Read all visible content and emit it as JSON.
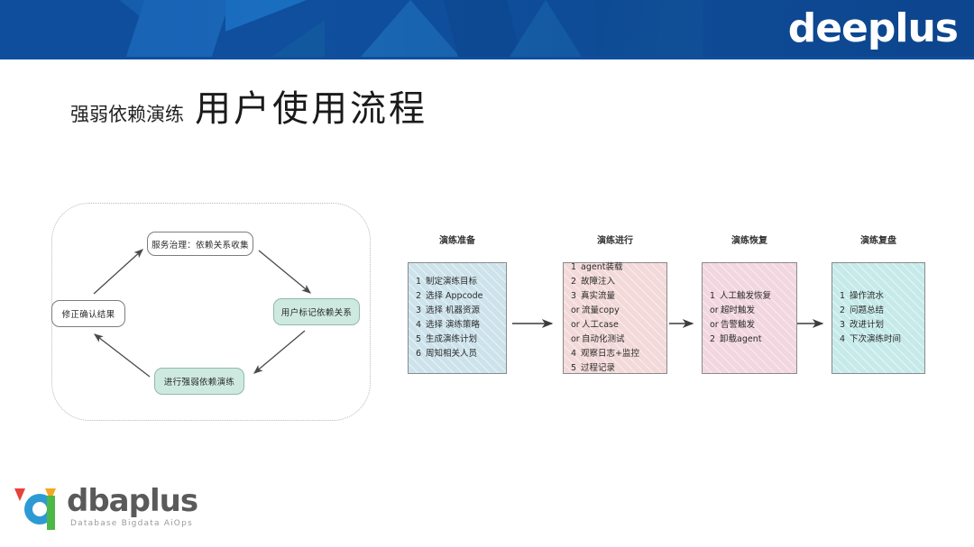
{
  "header": {
    "brand_logo": "deeplus",
    "bg_color": "#0f4f9e"
  },
  "title": {
    "prefix": "强弱依赖演练",
    "main": "用户使用流程"
  },
  "cycle_diagram": {
    "nodes": [
      {
        "id": "collect",
        "label": "服务治理：依赖关系收集",
        "filled": false
      },
      {
        "id": "mark",
        "label": "用户标记依赖关系",
        "filled": true
      },
      {
        "id": "drill",
        "label": "进行强弱依赖演练",
        "filled": true
      },
      {
        "id": "fix",
        "label": "修正确认结果",
        "filled": false
      }
    ],
    "fill_color": "#ceeae0",
    "border_color": "#7d7d7d"
  },
  "flow_diagram": {
    "stages": [
      {
        "title": "演练准备",
        "color": "#cde3ec",
        "items": [
          {
            "num": "1",
            "text": "制定演练目标"
          },
          {
            "num": "2",
            "text": "选择  Appcode"
          },
          {
            "num": "3",
            "text": "选择  机器资源"
          },
          {
            "num": "4",
            "text": "选择  演练策略"
          },
          {
            "num": "5",
            "text": "生成演练计划"
          },
          {
            "num": "6",
            "text": "周知相关人员"
          }
        ]
      },
      {
        "title": "演练进行",
        "color": "#f3d9d9",
        "items": [
          {
            "num": "1",
            "text": "agent装载"
          },
          {
            "num": "2",
            "text": "故障注入"
          },
          {
            "num": "3",
            "text": "真实流量"
          },
          {
            "num": "or",
            "text": "流量copy"
          },
          {
            "num": "or",
            "text": "人工case"
          },
          {
            "num": "or",
            "text": "自动化测试"
          },
          {
            "num": "4",
            "text": "观察日志+监控"
          },
          {
            "num": "5",
            "text": "过程记录"
          }
        ]
      },
      {
        "title": "演练恢复",
        "color": "#f2d6e0",
        "items": [
          {
            "num": "1",
            "text": "人工触发恢复"
          },
          {
            "num": "or",
            "text": "超时触发"
          },
          {
            "num": "or",
            "text": "告警触发"
          },
          {
            "num": "2",
            "text": "卸载agent"
          }
        ]
      },
      {
        "title": "演练复盘",
        "color": "#c6eaea",
        "items": [
          {
            "num": "1",
            "text": "操作流水"
          },
          {
            "num": "2",
            "text": "问题总结"
          },
          {
            "num": "3",
            "text": "改进计划"
          },
          {
            "num": "4",
            "text": "下次演练时间"
          }
        ]
      }
    ]
  },
  "footer": {
    "logo_word": "dbaplus",
    "tagline": "Database  Bigdata  AiOps"
  }
}
